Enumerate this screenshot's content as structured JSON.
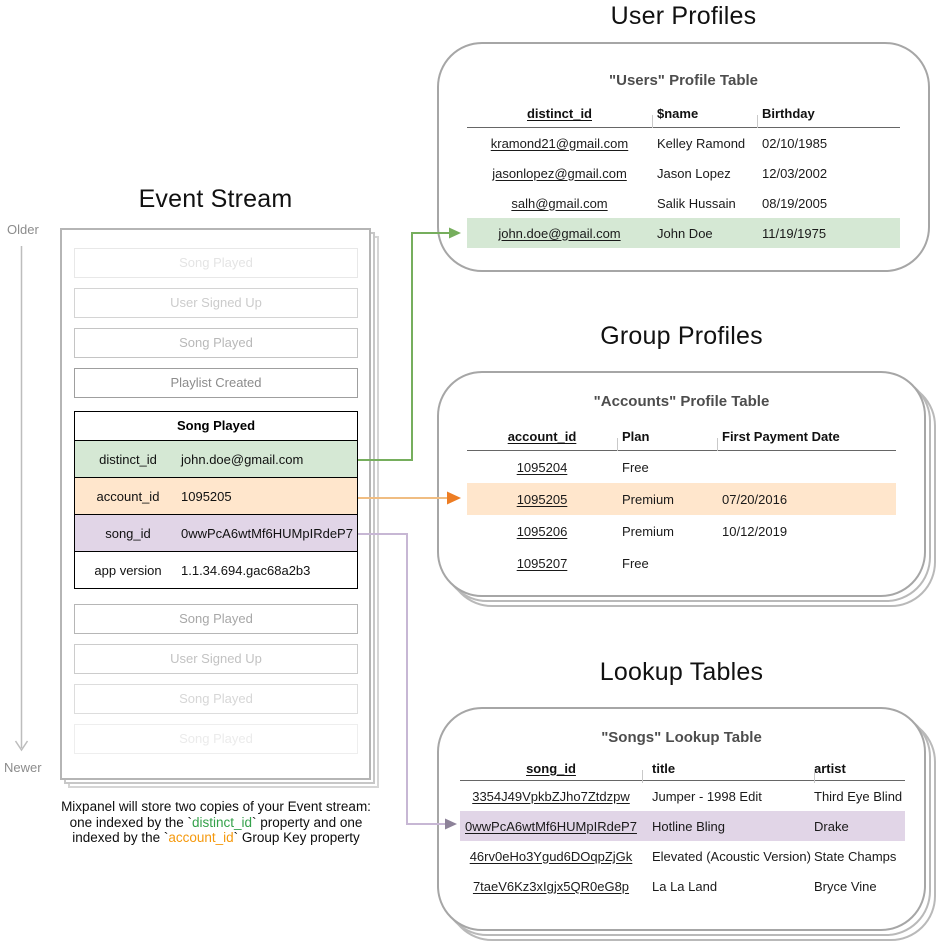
{
  "titles": {
    "user_profiles": "User Profiles",
    "group_profiles": "Group Profiles",
    "lookup_tables": "Lookup Tables",
    "event_stream": "Event Stream"
  },
  "timeline": {
    "older": "Older",
    "newer": "Newer"
  },
  "event_stream": {
    "events_before": [
      {
        "label": "Song Played",
        "opacity": 0.22
      },
      {
        "label": "User Signed Up",
        "opacity": 0.42
      },
      {
        "label": "Song Played",
        "opacity": 0.58
      },
      {
        "label": "Playlist Created",
        "opacity": 0.95
      }
    ],
    "expanded_event": {
      "title": "Song Played",
      "properties": [
        {
          "key": "distinct_id",
          "value": "john.doe@gmail.com",
          "highlight": "green"
        },
        {
          "key": "account_id",
          "value": "1095205",
          "highlight": "orange"
        },
        {
          "key": "song_id",
          "value": "0wwPcA6wtMf6HUMpIRdeP7",
          "highlight": "purple"
        },
        {
          "key": "app version",
          "value": "1.1.34.694.gac68a2b3",
          "highlight": "none"
        }
      ]
    },
    "events_after": [
      {
        "label": "Song Played",
        "opacity": 0.72
      },
      {
        "label": "User Signed Up",
        "opacity": 0.5
      },
      {
        "label": "Song Played",
        "opacity": 0.33
      },
      {
        "label": "Song Played",
        "opacity": 0.16
      }
    ]
  },
  "users_table": {
    "title": "\"Users\" Profile Table",
    "columns": [
      "distinct_id",
      "$name",
      "Birthday"
    ],
    "rows": [
      [
        "kramond21@gmail.com",
        "Kelley Ramond",
        "02/10/1985"
      ],
      [
        "jasonlopez@gmail.com",
        "Jason Lopez",
        "12/03/2002"
      ],
      [
        "salh@gmail.com",
        "Salik Hussain",
        "08/19/2005"
      ],
      [
        "john.doe@gmail.com",
        "John Doe",
        "11/19/1975"
      ]
    ],
    "highlighted_row": 3,
    "highlight_color": "green"
  },
  "accounts_table": {
    "title": "\"Accounts\" Profile Table",
    "columns": [
      "account_id",
      "Plan",
      "First Payment Date"
    ],
    "rows": [
      [
        "1095204",
        "Free",
        ""
      ],
      [
        "1095205",
        "Premium",
        "07/20/2016"
      ],
      [
        "1095206",
        "Premium",
        "10/12/2019"
      ],
      [
        "1095207",
        "Free",
        ""
      ]
    ],
    "highlighted_row": 1,
    "highlight_color": "orange"
  },
  "songs_table": {
    "title": "\"Songs\" Lookup Table",
    "columns": [
      "song_id",
      "title",
      "artist"
    ],
    "rows": [
      [
        "3354J49VpkbZJho7Ztdzpw",
        "Jumper - 1998 Edit",
        "Third Eye Blind"
      ],
      [
        "0wwPcA6wtMf6HUMpIRdeP7",
        "Hotline Bling",
        "Drake"
      ],
      [
        "46rv0eHo3Ygud6DOqpZjGk",
        "Elevated (Acoustic Version)",
        "State Champs"
      ],
      [
        "7taeV6Kz3xIgjx5QR0eG8p",
        "La La Land",
        "Bryce Vine"
      ]
    ],
    "highlighted_row": 1,
    "highlight_color": "purple"
  },
  "caption": {
    "line1": "Mixpanel will store two copies of your Event stream:",
    "line2_pre": "one indexed by the `",
    "line2_code": "distinct_id",
    "line2_post": "` property and one",
    "line3_pre": "indexed by the `",
    "line3_code": "account_id",
    "line3_post": "` Group Key property"
  },
  "colors": {
    "green_fill": "#d5e8d4",
    "orange_fill": "#ffe6cc",
    "purple_fill": "#e1d5e7",
    "green_arrow": "#76ae5d",
    "orange_line": "#f0bd82",
    "orange_arrow": "#ed7d23",
    "purple_line": "#c7b7d4",
    "purple_arrow": "#8d8299",
    "caption_green": "#34a14a",
    "caption_orange": "#f5990d"
  }
}
